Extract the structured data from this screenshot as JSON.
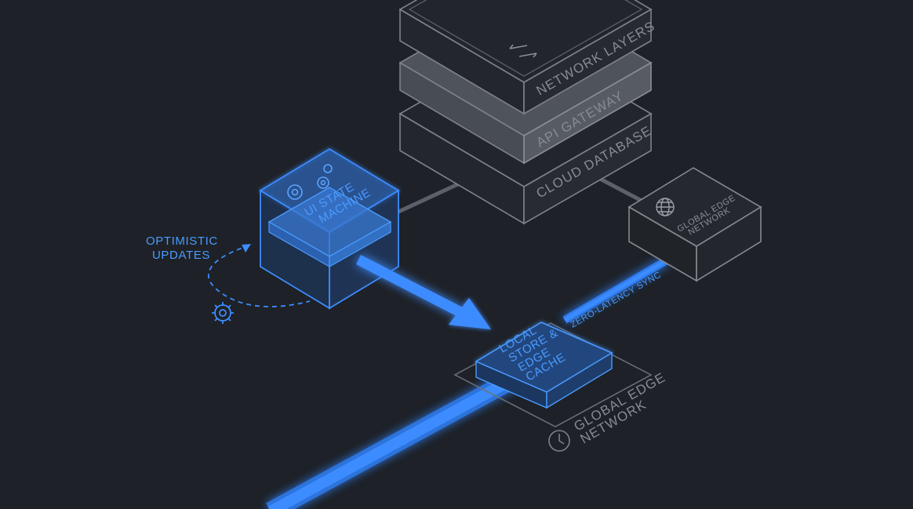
{
  "colors": {
    "background": "#1e2127",
    "accent": "#3d8cff",
    "outline": "#7d828b"
  },
  "stack": {
    "layer_top": "NETWORK LAYERS",
    "layer_mid": "API GATEWAY",
    "layer_bottom": "CLOUD DATABASE"
  },
  "ui_state": {
    "line1": "UI STATE",
    "line2": "MACHINE"
  },
  "optimistic": {
    "line1": "OPTIMISTIC",
    "line2": "UPDATES"
  },
  "local_store": {
    "line1": "LOCAL",
    "line2": "STORE &",
    "line3": "EDGE",
    "line4": "CACHE"
  },
  "edge_box": {
    "line1": "GLOBAL EDGE",
    "line2": "NETWORK"
  },
  "edge_platform": {
    "line1": "GLOBAL EDGE",
    "line2": "NETWORK"
  },
  "sync_label": "ZERO-LATENCY SYNC",
  "icons": [
    "swap-arrows-icon",
    "gear-icon",
    "globe-icon",
    "clock-icon"
  ]
}
